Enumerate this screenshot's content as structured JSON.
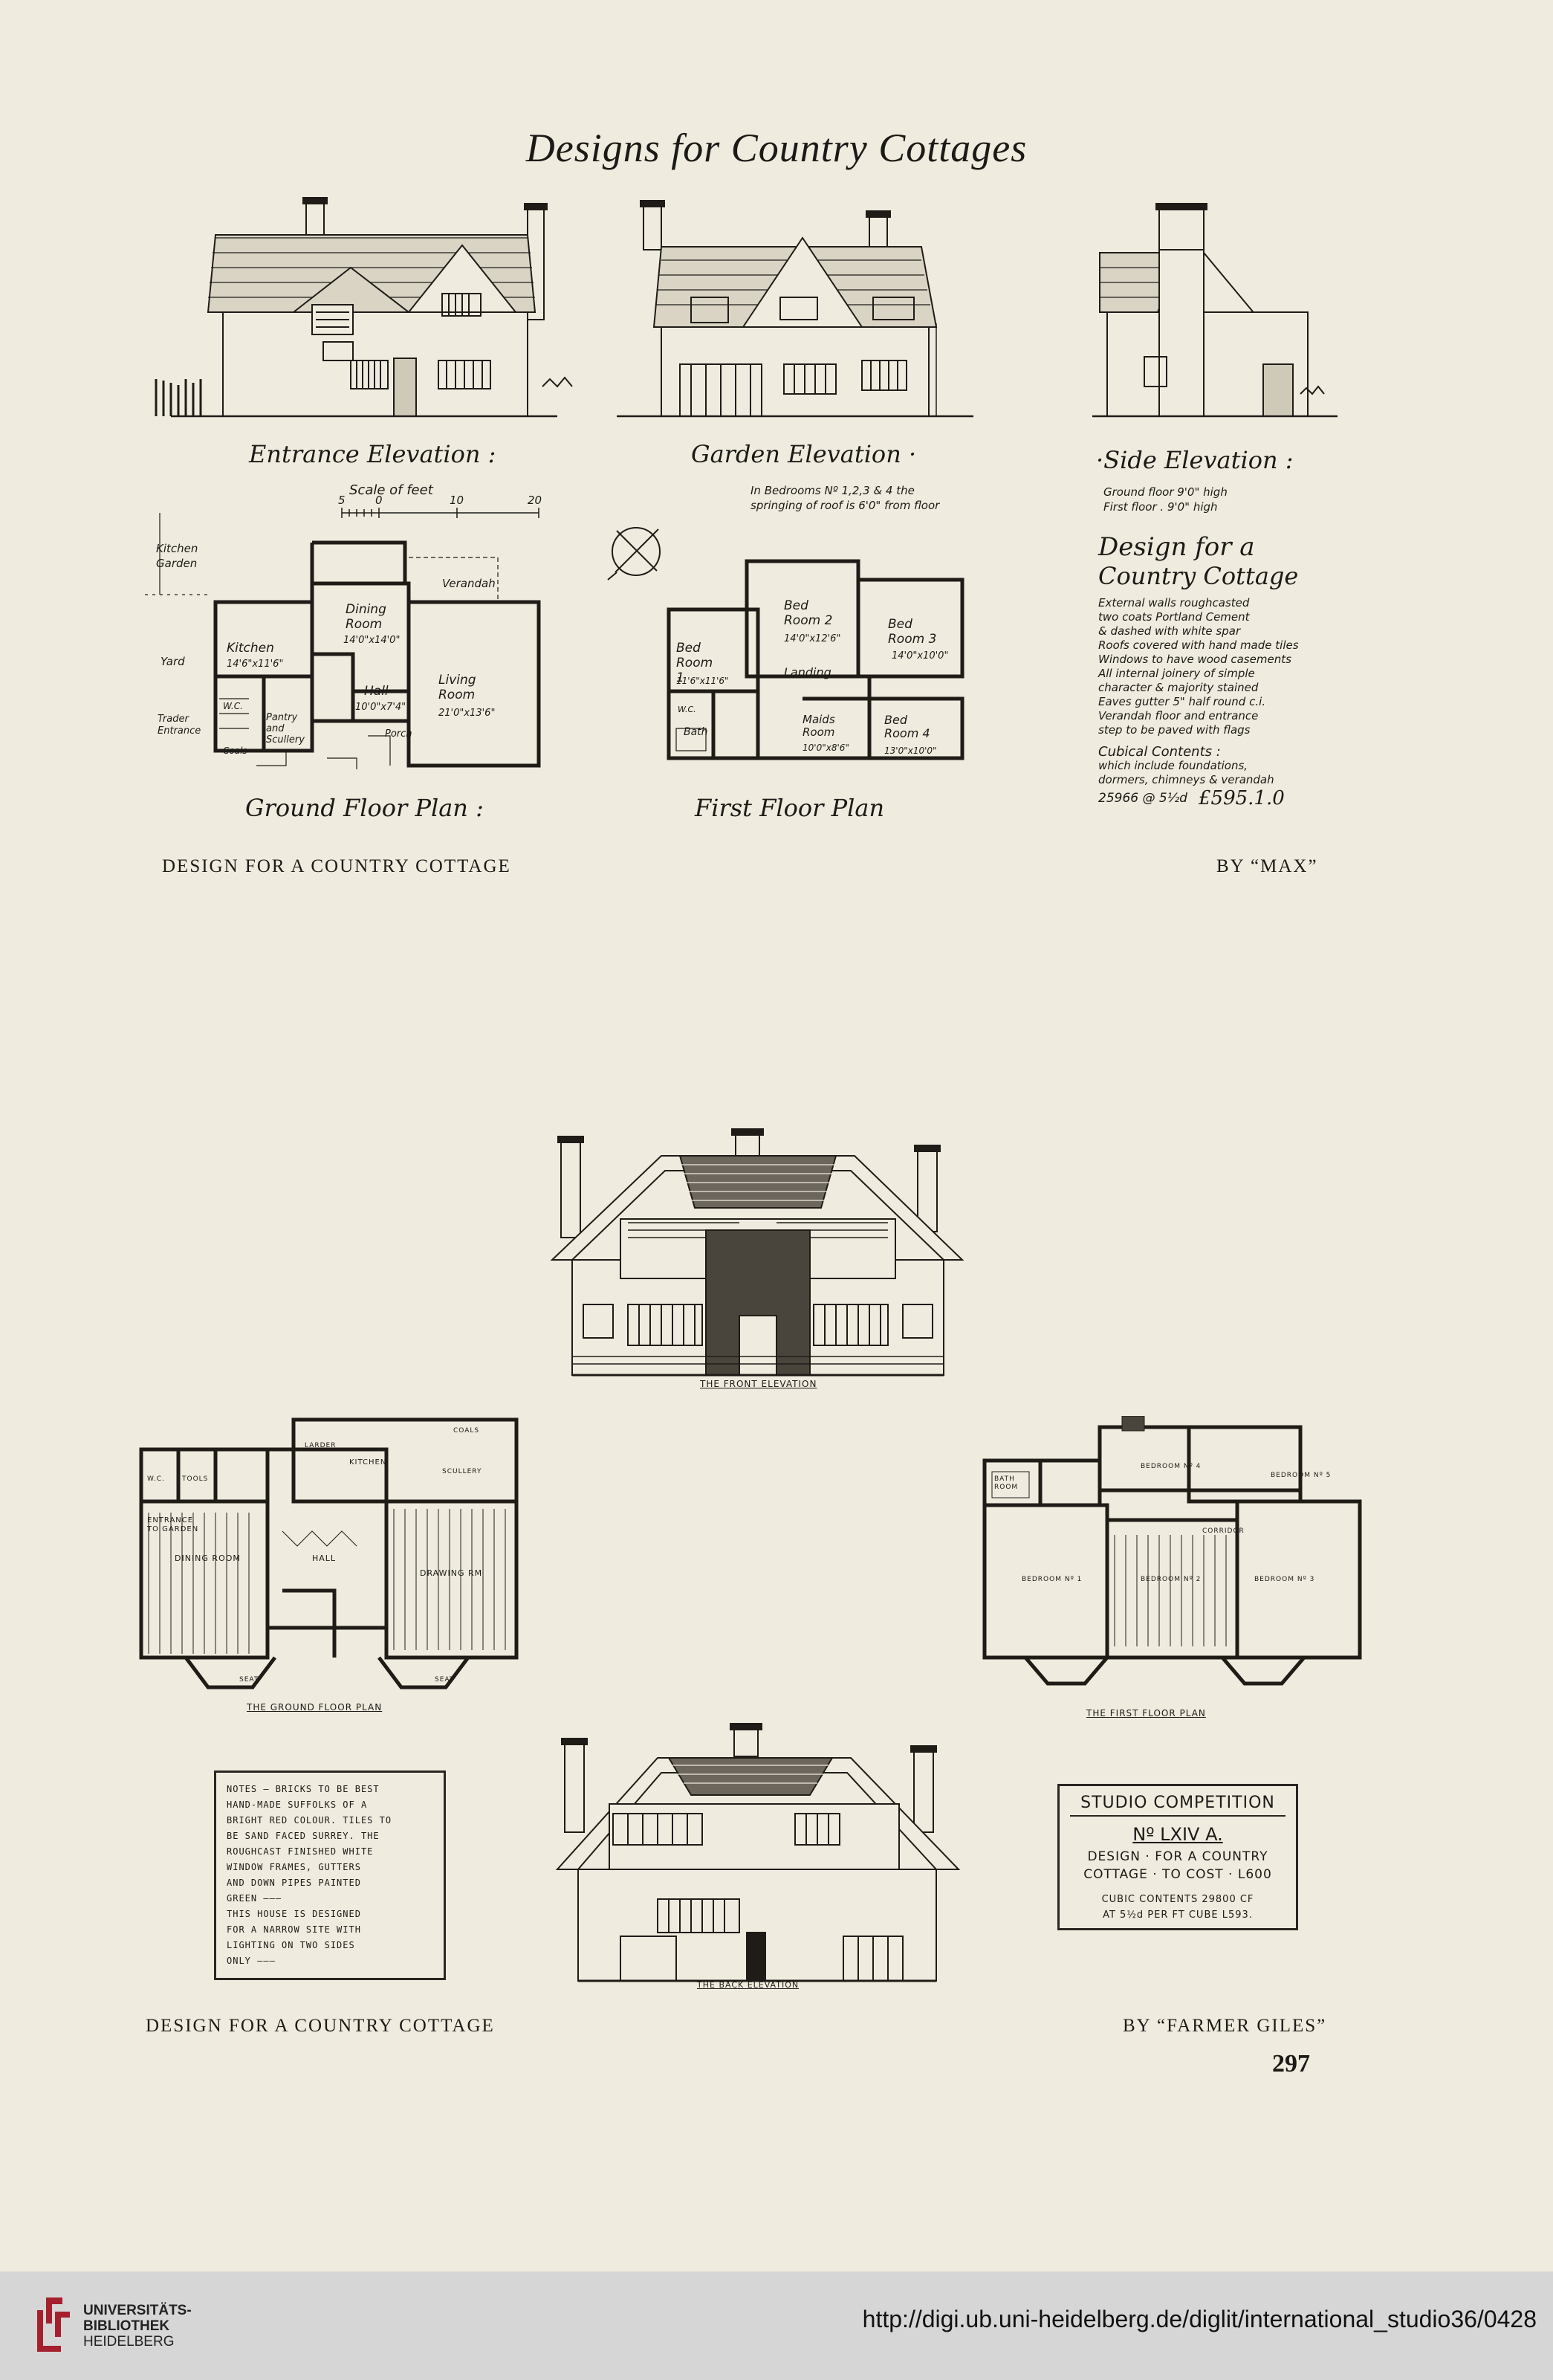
{
  "header": {
    "title": "Designs for Country Cottages"
  },
  "design1": {
    "elevations": {
      "entrance": "Entrance Elevation :",
      "garden": "Garden Elevation ·",
      "side": "·Side Elevation :"
    },
    "scale_label": "Scale of feet",
    "scale_ticks": [
      "5",
      "0",
      "10",
      "20"
    ],
    "roof_note": [
      "In Bedrooms Nº 1,2,3 & 4 the",
      "springing of roof is 6'0\" from floor"
    ],
    "floor_heights": [
      "Ground floor  9'0\" high",
      "First floor  . 9'0\" high"
    ],
    "ground_rooms": {
      "kitchen_garden": "Kitchen Garden",
      "yard": "Yard",
      "traders_entrance": "Trader Entrance",
      "verandah": "Verandah",
      "dining_room": "Dining Room",
      "dining_size": "14'0\"x14'0\"",
      "kitchen": "Kitchen",
      "kitchen_size": "14'6\"x11'6\"",
      "hall": "Hall",
      "hall_size": "10'0\"x7'4\"",
      "living_room": "Living Room",
      "living_size": "21'0\"x13'6\"",
      "pantry": "Pantry and Scullery",
      "porch": "Porch",
      "coals": "Coals",
      "wc": "W.C."
    },
    "first_rooms": {
      "bed1": "Bed Room 1",
      "bed1_size": "11'6\"x11'6\"",
      "bed2": "Bed Room 2",
      "bed2_size": "14'0\"x12'6\"",
      "bed3": "Bed Room 3",
      "bed3_size": "14'0\"x10'0\"",
      "bed4": "Bed Room 4",
      "bed4_size": "13'0\"x10'0\"",
      "maids": "Maids Room",
      "maids_size": "10'0\"x8'6\"",
      "landing": "Landing",
      "bath": "Bath",
      "wc": "W.C."
    },
    "plan_labels": {
      "ground": "Ground Floor Plan :",
      "first": "First Floor Plan"
    },
    "spec": {
      "heading1": "Design for a",
      "heading2": "Country Cottage",
      "lines": [
        "External walls roughcasted",
        "two coats Portland Cement",
        "& dashed with white spar",
        "Roofs covered with hand made tiles",
        "Windows to have wood casements",
        "All internal joinery of simple",
        "character & majority stained",
        "Eaves gutter 5\" half round c.i.",
        "Verandah floor and entrance",
        "step to be paved with flags"
      ],
      "cubical_title": "Cubical Contents :",
      "cubical_lines": [
        "which include foundations,",
        "dormers, chimneys & verandah"
      ],
      "cubical_calc": "25966 @ 5½d",
      "cost": "£595.1.0"
    },
    "caption_left": "DESIGN FOR A COUNTRY COTTAGE",
    "caption_right": "BY “MAX”"
  },
  "design2": {
    "front_elevation": "THE FRONT ELEVATION",
    "back_elevation": "THE BACK ELEVATION",
    "ground_floor_plan": "THE GROUND FLOOR PLAN",
    "first_floor_plan": "THE FIRST FLOOR PLAN",
    "ground_rooms": [
      "ENTRANCE TO GARDEN",
      "DINING ROOM",
      "HALL",
      "DRAWING RM",
      "KITCHEN",
      "LARDER",
      "SCULLERY",
      "COALS",
      "W.C.",
      "TOOLS",
      "SEAT",
      "SEAT"
    ],
    "first_rooms": [
      "BATH ROOM",
      "BEDROOM Nº 4",
      "BEDROOM Nº 5",
      "CORRIDOR",
      "BEDROOM Nº 1",
      "BEDROOM Nº 2",
      "BEDROOM Nº 3"
    ],
    "notes": [
      "NOTES — BRICKS TO BE BEST",
      "HAND-MADE SUFFOLKS OF A",
      "BRIGHT RED COLOUR. TILES TO",
      "BE SAND FACED SURREY. THE",
      "ROUGHCAST FINISHED WHITE",
      "WINDOW FRAMES, GUTTERS",
      "AND DOWN PIPES PAINTED",
      "GREEN ———",
      "THIS HOUSE IS DESIGNED",
      "FOR A NARROW SITE WITH",
      "LIGHTING ON TWO SIDES",
      "ONLY ———"
    ],
    "competition": {
      "title": "STUDIO COMPETITION",
      "number": "Nº LXIV A.",
      "line1": "DESIGN · FOR A COUNTRY",
      "line2": "COTTAGE · TO COST · L600",
      "line3": "CUBIC CONTENTS 29800 CF",
      "line4": "AT 5½d PER FT CUBE L593."
    },
    "caption_left": "DESIGN FOR A COUNTRY COTTAGE",
    "caption_right": "BY “FARMER GILES”"
  },
  "page_number": "297",
  "footer": {
    "library_lines": [
      "UNIVERSITÄTS-",
      "BIBLIOTHEK",
      "HEIDELBERG"
    ],
    "url": "http://digi.ub.uni-heidelberg.de/diglit/international_studio36/0428"
  }
}
